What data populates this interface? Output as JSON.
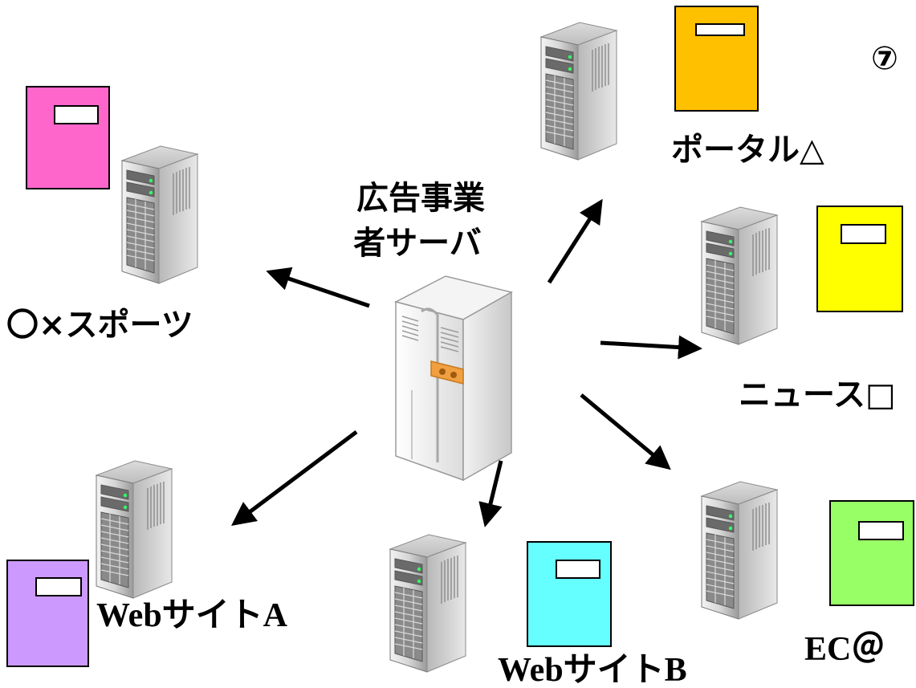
{
  "center": {
    "label_line1": "広告事業",
    "label_line2": "者サーバ"
  },
  "sites": [
    {
      "id": "sports",
      "label": "〇×スポーツ",
      "doc_color": "#ff66cc"
    },
    {
      "id": "portal",
      "label": "ポータル△",
      "doc_color": "#ffc000"
    },
    {
      "id": "news",
      "label": "ニュース□",
      "doc_color": "#ffff00"
    },
    {
      "id": "web_a",
      "label": "WebサイトA",
      "doc_color": "#cc99ff"
    },
    {
      "id": "web_b",
      "label": "WebサイトB",
      "doc_color": "#66ffff"
    },
    {
      "id": "ec",
      "label": "EC＠",
      "doc_color": "#99ff66"
    }
  ],
  "corner_text": "⑦"
}
